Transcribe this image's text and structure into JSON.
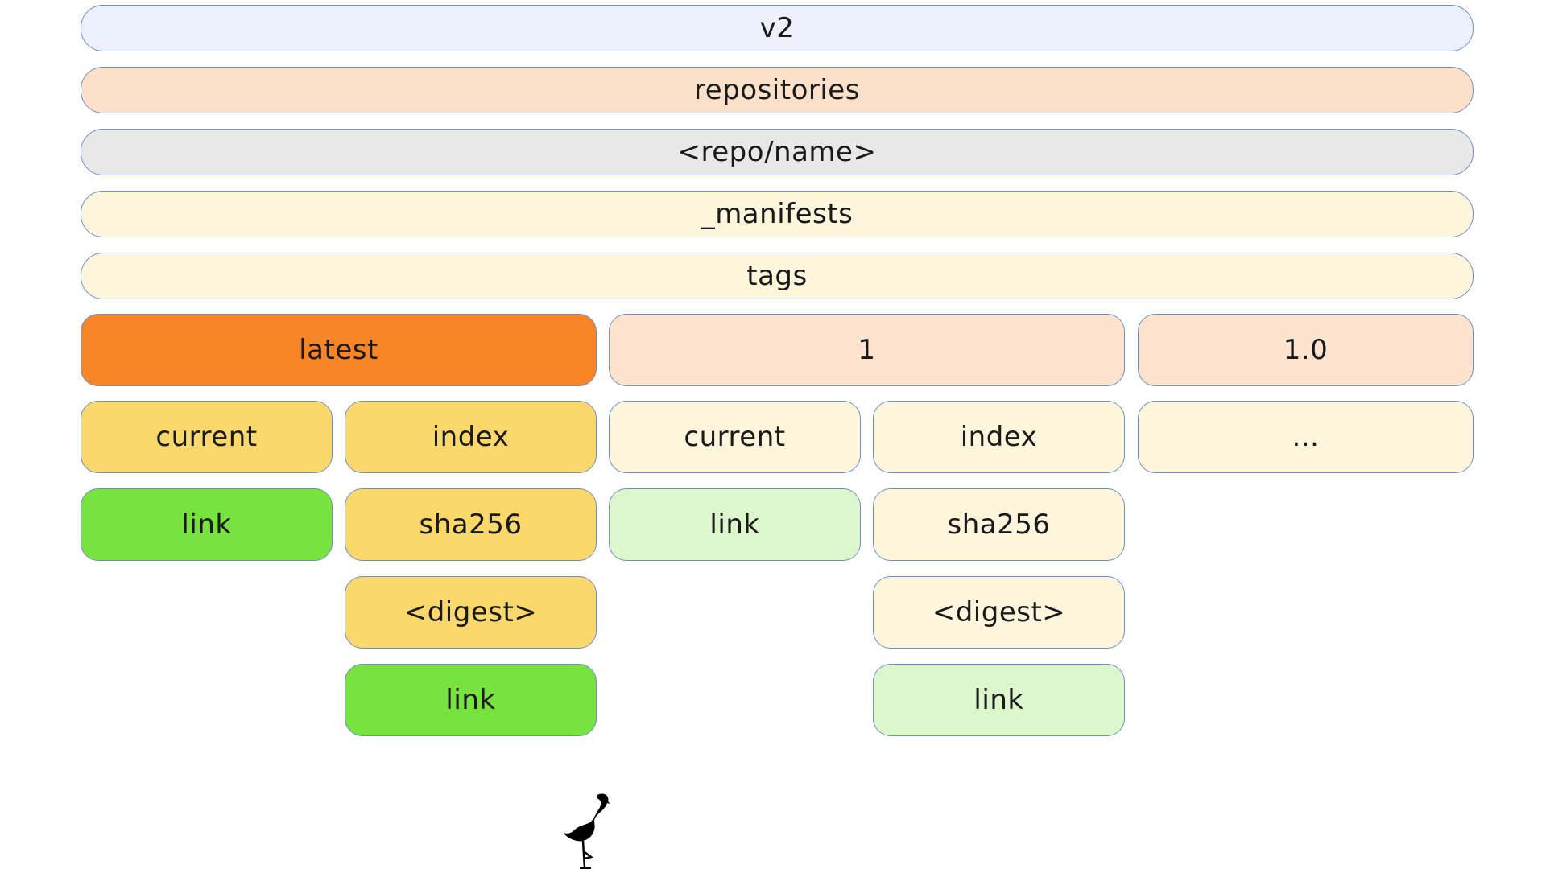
{
  "levels": {
    "root": "v2",
    "repositories": "repositories",
    "repo": "<repo/name>",
    "manifests": "_manifests",
    "tags": "tags"
  },
  "tag_columns": [
    {
      "tag": "latest",
      "current": "current",
      "index": "index",
      "current_link": "link",
      "index_hash": "sha256",
      "index_digest": "<digest>",
      "index_link": "link"
    },
    {
      "tag": "1",
      "current": "current",
      "index": "index",
      "current_link": "link",
      "index_hash": "sha256",
      "index_digest": "<digest>",
      "index_link": "link"
    },
    {
      "tag": "1.0",
      "more": "..."
    }
  ],
  "colors": {
    "v2": "#ecf0fa",
    "repositories": "#fce1ca",
    "repo": "#e8e8e8",
    "manifests": "#fef6dc",
    "tags": "#fef6dc",
    "highlight_tag": "#f88628",
    "highlight_cell": "#fbd86c",
    "highlight_link": "#78e23e",
    "tag_bg": "#fce3ce",
    "cell_bg": "#fef6dc",
    "link_bg": "#dcf7cc"
  },
  "icons": [
    "flamingo-icon"
  ]
}
